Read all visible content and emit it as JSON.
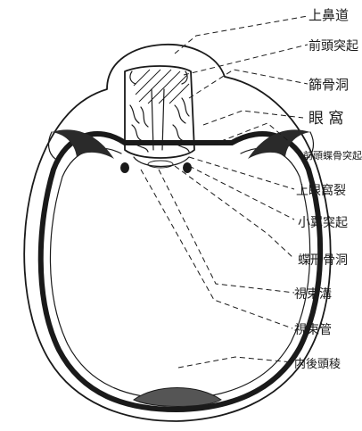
{
  "labels": [
    {
      "id": "superior-nasal-meatus",
      "text": "上鼻道"
    },
    {
      "id": "frontal-sinus-process",
      "text": "前頭突起"
    },
    {
      "id": "ethmoid-cells",
      "text": "篩骨洞"
    },
    {
      "id": "orbit",
      "text": "眼 窩"
    },
    {
      "id": "frontozygomatic-process",
      "text": "前頭蝶骨突起"
    },
    {
      "id": "superior-orbital-fissure",
      "text": "上眼窩裂"
    },
    {
      "id": "lesser-wing-process",
      "text": "小翼突起"
    },
    {
      "id": "sphenoid-sinus",
      "text": "蝶形骨洞"
    },
    {
      "id": "optic-groove",
      "text": "視束溝"
    },
    {
      "id": "optic-canal",
      "text": "視束管"
    },
    {
      "id": "internal-occipital-ridge",
      "text": "内後頭稜"
    }
  ]
}
